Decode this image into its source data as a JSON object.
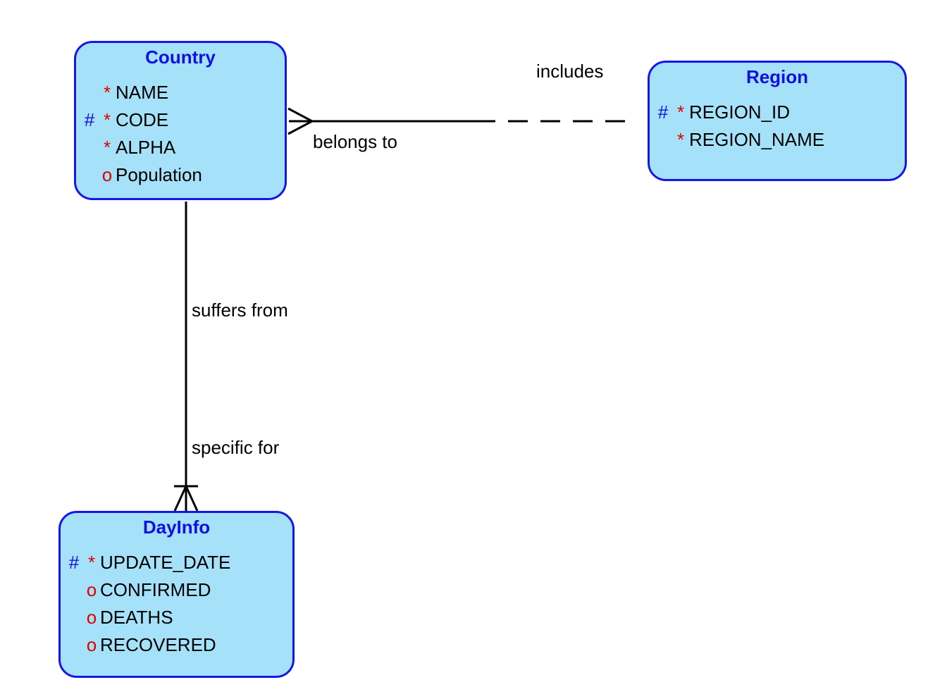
{
  "entities": {
    "country": {
      "title": "Country",
      "attributes": [
        {
          "pk": "",
          "req": "*",
          "name": "NAME"
        },
        {
          "pk": "#",
          "req": "*",
          "name": "CODE"
        },
        {
          "pk": "",
          "req": "*",
          "name": "ALPHA"
        },
        {
          "pk": "",
          "req": "o",
          "name": "Population"
        }
      ]
    },
    "region": {
      "title": "Region",
      "attributes": [
        {
          "pk": "#",
          "req": "*",
          "name": "REGION_ID"
        },
        {
          "pk": "",
          "req": "*",
          "name": "REGION_NAME"
        }
      ]
    },
    "dayinfo": {
      "title": "DayInfo",
      "attributes": [
        {
          "pk": "#",
          "req": "*",
          "name": "UPDATE_DATE"
        },
        {
          "pk": "",
          "req": "o",
          "name": "CONFIRMED"
        },
        {
          "pk": "",
          "req": "o",
          "name": "DEATHS"
        },
        {
          "pk": "",
          "req": "o",
          "name": "RECOVERED"
        }
      ]
    }
  },
  "relationships": {
    "country_region": {
      "label_country_side": "belongs to",
      "label_region_side": "includes",
      "country_cardinality": "many",
      "region_cardinality": "one",
      "region_optional": true
    },
    "country_dayinfo": {
      "label_country_side": "suffers from",
      "label_dayinfo_side": "specific for",
      "country_cardinality": "one",
      "dayinfo_cardinality": "many",
      "dayinfo_identifying": true
    }
  },
  "colors": {
    "entity_fill": "#a6e1fa",
    "entity_border": "#1616e8",
    "title_text": "#1010e0",
    "pk_marker": "#1010e0",
    "required_marker": "#e00000",
    "line": "#000000"
  }
}
